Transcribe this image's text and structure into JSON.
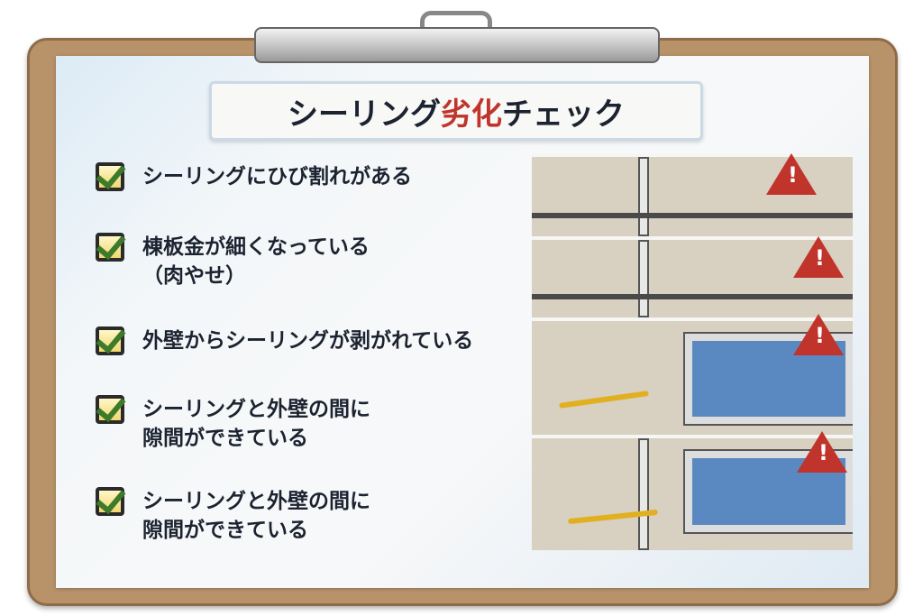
{
  "title": {
    "part1": "シーリング",
    "part2": "劣化",
    "part3": "チェック"
  },
  "checklist": [
    {
      "line1": "シーリングにひび割れがある",
      "line2": ""
    },
    {
      "line1": "棟板金が細くなっている",
      "line2": "（肉やせ）"
    },
    {
      "line1": "外壁からシーリングが剥がれている",
      "line2": ""
    },
    {
      "line1": "シーリングと外壁の間に",
      "line2": "隙間ができている"
    },
    {
      "line1": "シーリングと外壁の間に",
      "line2": "隙間ができている"
    }
  ],
  "warning_symbol": "!",
  "colors": {
    "accent_red": "#c0342b",
    "check_green": "#3d7a2a",
    "board": "#b8936a"
  }
}
